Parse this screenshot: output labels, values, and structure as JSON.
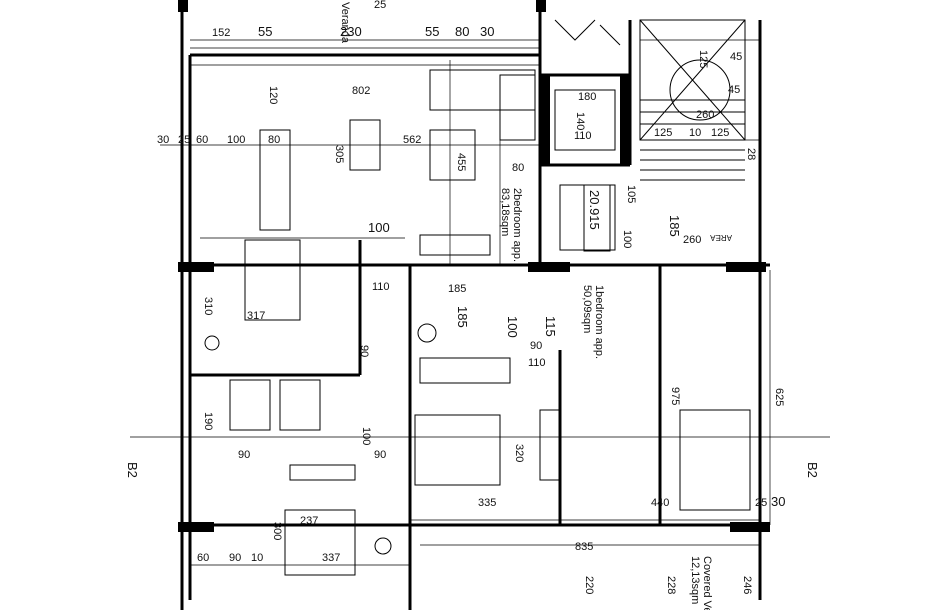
{
  "plan": {
    "top_row": [
      "152",
      "55",
      "230",
      "55",
      "80",
      "30"
    ],
    "top_fragment": "25",
    "veranda_label": "Veranda",
    "living": {
      "width": "802",
      "table": "562",
      "sofa": "455",
      "counter_a": "120",
      "counter_b": "80",
      "kitchen_a": "100",
      "kitchen_b": "60",
      "kitchen_c": "25",
      "kitchen_d": "30",
      "table_width": "305"
    },
    "apt2": {
      "title": "2bedroom app.",
      "area": "83,18sqm",
      "corridor": "100",
      "b1": "317",
      "b1_h": "310",
      "corridor_b": "110",
      "hall": "90",
      "bath_a": "190",
      "bath_b": "90",
      "bath_c": "90",
      "bath_d": "100",
      "bed2_w": "237",
      "bed2_d": "300",
      "bed2_x": "337",
      "b_60": "60",
      "b_90": "90",
      "b_10": "10"
    },
    "apt1": {
      "title": "1bedroom app.",
      "area": "50,09sqm",
      "w_185a": "185",
      "w_185b": "185",
      "w_100": "100",
      "w_115": "115",
      "w_90": "90",
      "w_110": "110",
      "w_320": "320",
      "w_335": "335",
      "w_440": "440",
      "w_975": "975",
      "w_625": "625",
      "w_25": "25",
      "w_30": "30",
      "w_835": "835"
    },
    "stair": {
      "elev": "20.915",
      "s125a": "125",
      "s45a": "45",
      "s45b": "45",
      "s260": "260",
      "s125b": "125",
      "s10": "10",
      "s125c": "125",
      "s28": "28",
      "s105": "105",
      "s185": "185",
      "s100": "100",
      "s260b": "260",
      "s80": "80",
      "s180": "180",
      "s140": "140",
      "s110": "110",
      "area_lbl": "AREA"
    },
    "bottom": {
      "d220": "220",
      "d228": "228",
      "d246": "246",
      "covered": "Covered Ve",
      "covered_area": "12,13sqm"
    },
    "sections": {
      "left": "B2",
      "right": "B2"
    }
  }
}
